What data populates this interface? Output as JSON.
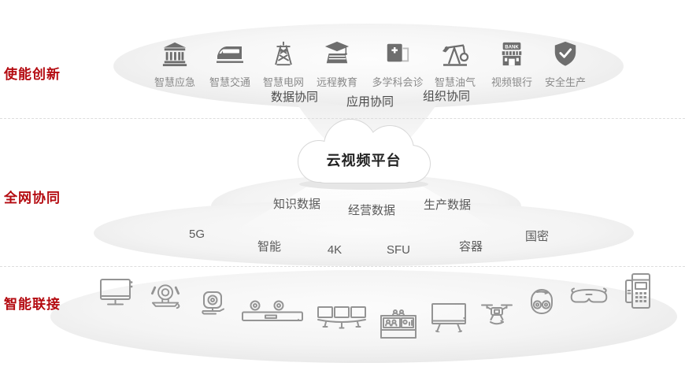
{
  "colors": {
    "accent_red": "#b40a10",
    "top_icon_gray": "#6e6e6e",
    "device_outline_gray": "#949494",
    "app_label_gray": "#8a8a8a",
    "collab_text": "#4b4b4b",
    "cloud_text": "#222222",
    "ellipse_edge": "#eaeaea",
    "dashed_line": "#dddddd"
  },
  "section_labels": [
    {
      "id": "enable-innovation",
      "label": "使能创新"
    },
    {
      "id": "network-synergy",
      "label": "全网协同"
    },
    {
      "id": "intelligent-connection",
      "label": "智能联接"
    }
  ],
  "top_apps": {
    "items": [
      {
        "icon": "government-building-icon",
        "label": "智慧应急"
      },
      {
        "icon": "train-icon",
        "label": "智慧交通"
      },
      {
        "icon": "power-tower-icon",
        "label": "智慧电网"
      },
      {
        "icon": "graduation-book-icon",
        "label": "远程教育"
      },
      {
        "icon": "medical-kit-icon",
        "label": "多学科会诊"
      },
      {
        "icon": "oil-pump-icon",
        "label": "智慧油气"
      },
      {
        "icon": "bank-building-icon",
        "label": "视频银行",
        "sign": "BANK"
      },
      {
        "icon": "shield-check-icon",
        "label": "安全生产"
      }
    ],
    "collaborations": [
      {
        "label": "数据协同"
      },
      {
        "label": "应用协同"
      },
      {
        "label": "组织协同"
      }
    ]
  },
  "platform": {
    "cloud_label": "云视频平台",
    "data_labels": [
      {
        "label": "知识数据"
      },
      {
        "label": "经营数据"
      },
      {
        "label": "生产数据"
      }
    ],
    "technologies": [
      {
        "label": "5G"
      },
      {
        "label": "智能"
      },
      {
        "label": "4K"
      },
      {
        "label": "SFU"
      },
      {
        "label": "容器"
      },
      {
        "label": "国密"
      }
    ]
  },
  "devices": [
    {
      "icon": "monitor-icon"
    },
    {
      "icon": "ptz-camera-icon"
    },
    {
      "icon": "webcam-icon"
    },
    {
      "icon": "video-bar-icon"
    },
    {
      "icon": "telepresence-icon"
    },
    {
      "icon": "conference-booth-icon"
    },
    {
      "icon": "whiteboard-icon"
    },
    {
      "icon": "drone-icon"
    },
    {
      "icon": "dome-camera-icon"
    },
    {
      "icon": "smart-glasses-icon"
    },
    {
      "icon": "ip-phone-icon"
    }
  ]
}
